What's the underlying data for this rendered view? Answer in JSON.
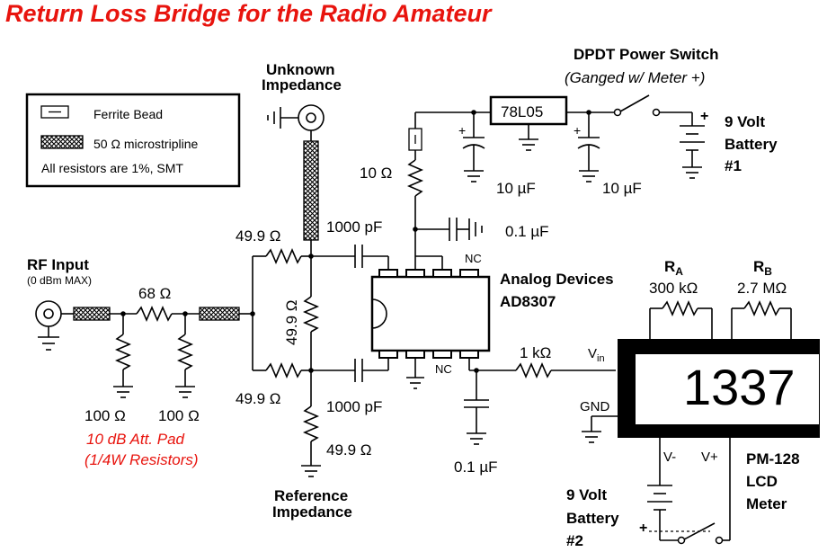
{
  "title": "Return Loss Bridge for the Radio Amateur",
  "colors": {
    "accent_red": "#e8140e",
    "wire": "#000000"
  },
  "legend": {
    "ferrite": "Ferrite Bead",
    "stripline": "50 Ω microstripline",
    "note": "All resistors are 1%, SMT"
  },
  "labels": {
    "unknown_l1": "Unknown",
    "unknown_l2": "Impedance",
    "reference_l1": "Reference",
    "reference_l2": "Impedance",
    "rf_input": "RF Input",
    "rf_input_sub": "(0 dBm MAX)",
    "r_series": "68 Ω",
    "r_shunt1": "100 Ω",
    "r_shunt2": "100 Ω",
    "pad_l1": "10 dB Att. Pad",
    "pad_l2": "(1/4W Resistors)",
    "r_top": "49.9 Ω",
    "r_mid": "49.9 Ω",
    "r_bot": "49.9 Ω",
    "r_ref": "49.9 Ω",
    "c_top": "1000 pF",
    "c_bot": "1000 pF",
    "r_supply": "10 Ω",
    "c_bypass": "0.1 µF",
    "c_in": "10 µF",
    "c_out": "10 µF",
    "regulator": "78L05",
    "switch_l1": "DPDT Power Switch",
    "switch_l2": "(Ganged w/ Meter +)",
    "battery1_l1": "9 Volt",
    "battery1_l2": "Battery",
    "battery1_l3": "#1",
    "ic_l1": "Analog Devices",
    "ic_l2": "AD8307",
    "nc_top": "NC",
    "nc_bot": "NC",
    "r_out": "1 kΩ",
    "c_filter": "0.1 µF",
    "ra_name": "R",
    "ra_sub": "A",
    "ra_value": "300 kΩ",
    "rb_name": "R",
    "rb_sub": "B",
    "rb_value": "2.7 MΩ",
    "vin": "V",
    "vin_sub": "in",
    "gnd": "GND",
    "lcd_reading": "1337",
    "vminus": "V-",
    "vplus": "V+",
    "meter_l1": "PM-128",
    "meter_l2": "LCD",
    "meter_l3": "Meter",
    "battery2_l1": "9 Volt",
    "battery2_l2": "Battery",
    "battery2_l3": "#2",
    "plus": "+"
  }
}
